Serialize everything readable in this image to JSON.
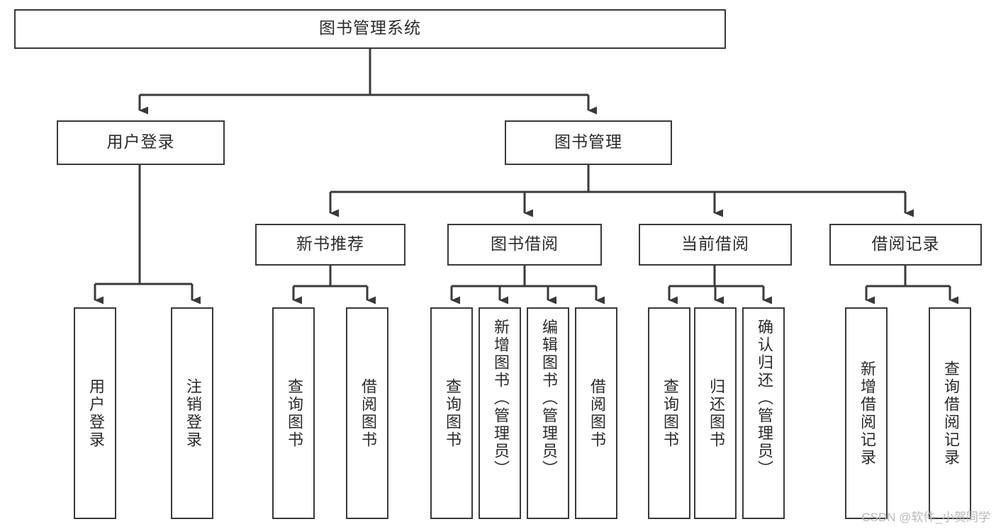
{
  "diagram": {
    "title": "图书管理系统",
    "type": "functional-structure-tree",
    "stroke_color": "#3a3a3a",
    "text_color": "#2b2b2b",
    "background_color": "#ffffff",
    "watermark": "CSDN @软件_小贺同学",
    "levels": {
      "root": {
        "label": "图书管理系统"
      },
      "level2": [
        {
          "label": "用户登录"
        },
        {
          "label": "图书管理"
        }
      ],
      "level3": [
        {
          "label": "新书推荐"
        },
        {
          "label": "图书借阅"
        },
        {
          "label": "当前借阅"
        },
        {
          "label": "借阅记录"
        }
      ]
    },
    "groups": {
      "user_login_leaves": [
        {
          "label": "用户登录"
        },
        {
          "label": "注销登录"
        }
      ],
      "new_book_leaves": [
        {
          "label": "查询图书"
        },
        {
          "label": "借阅图书"
        }
      ],
      "book_borrow_leaves": [
        {
          "label": "查询图书"
        },
        {
          "label": "新增图书（管理员）"
        },
        {
          "label": "编辑图书（管理员）"
        },
        {
          "label": "借阅图书"
        }
      ],
      "current_borrow_leaves": [
        {
          "label": "查询图书"
        },
        {
          "label": "归还图书"
        },
        {
          "label": "确认归还（管理员）"
        }
      ],
      "borrow_record_leaves": [
        {
          "label": "新增借阅记录"
        },
        {
          "label": "查询借阅记录"
        }
      ]
    }
  }
}
